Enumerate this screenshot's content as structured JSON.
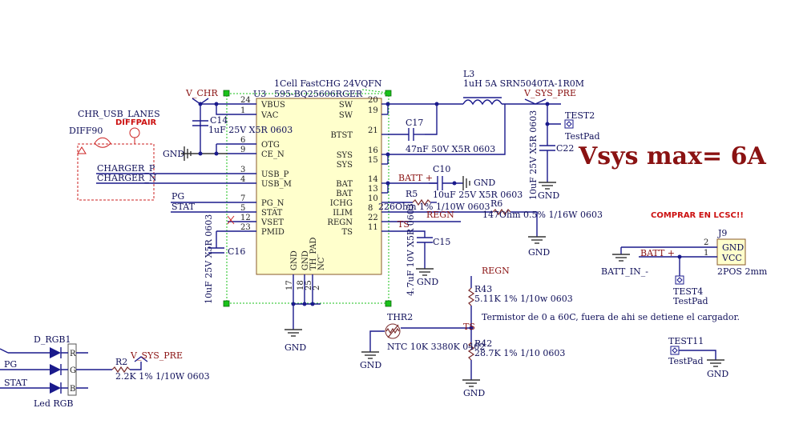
{
  "top_blank_label": "",
  "ic": {
    "ref": "U3",
    "desc": "1Cell FastCHG 24VQFN",
    "part": "595-BQ25606RGER",
    "left_pins": [
      {
        "num": "24",
        "name": "VBUS"
      },
      {
        "num": "1",
        "name": "VAC"
      },
      {
        "num": "6",
        "name": "OTG"
      },
      {
        "num": "9",
        "name": "CE_N"
      },
      {
        "num": "3",
        "name": "USB_P"
      },
      {
        "num": "4",
        "name": "USB_M"
      },
      {
        "num": "7",
        "name": "PG_N"
      },
      {
        "num": "5",
        "name": "STAT"
      },
      {
        "num": "12",
        "name": "VSET"
      },
      {
        "num": "23",
        "name": "PMID"
      }
    ],
    "right_pins": [
      {
        "num": "20",
        "name": "SW"
      },
      {
        "num": "19",
        "name": "SW"
      },
      {
        "num": "21",
        "name": "BTST"
      },
      {
        "num": "16",
        "name": "SYS"
      },
      {
        "num": "15",
        "name": "SYS"
      },
      {
        "num": "14",
        "name": "BAT"
      },
      {
        "num": "13",
        "name": "BAT"
      },
      {
        "num": "10",
        "name": "ICHG"
      },
      {
        "num": "8",
        "name": "ILIM"
      },
      {
        "num": "22",
        "name": "REGN"
      },
      {
        "num": "11",
        "name": "TS"
      }
    ],
    "bottom_pins": [
      {
        "num": "17",
        "name": "GND"
      },
      {
        "num": "18",
        "name": "GND"
      },
      {
        "num": "25",
        "name": "TH_PAD"
      },
      {
        "num": "2",
        "name": "NC"
      }
    ]
  },
  "nets": {
    "v_chr": "V_CHR",
    "v_sys_pre": "V_SYS_PRE",
    "v_sys_pre_led": "V_SYS_PRE",
    "gnd": "GND",
    "batt_plus": "BATT +",
    "batt_plus_conn": "BATT +",
    "batt_minus": "BATT_IN_-",
    "regn": "REGN",
    "regn2": "REGN",
    "ts": "TS",
    "ts2": "TS",
    "pg": "PG",
    "stat": "STAT",
    "pg_led": "PG",
    "stat_led": "STAT",
    "charger_p": "CHARGER_P",
    "charger_n": "CHARGER_N"
  },
  "usb_lanes": {
    "title": "CHR_USB_LANES",
    "diffpair": "DIFFPAIR",
    "diff90": "DIFF90"
  },
  "components": {
    "c14": {
      "ref": "C14",
      "value": "1uF 25V X5R 0603"
    },
    "c16": {
      "ref": "C16",
      "value": "10uF 25V X5R 0603"
    },
    "c17": {
      "ref": "C17",
      "value": "47nF 50V X5R 0603"
    },
    "c10": {
      "ref": "C10",
      "value": "10uF 25V X5R 0603"
    },
    "c15": {
      "ref": "C15",
      "value": "4.7uF 10V X5R 0603"
    },
    "c22": {
      "ref": "C22",
      "value": "10uF 25V X5R 0603"
    },
    "l3": {
      "ref": "L3",
      "value": "1uH 5A SRN5040TA-1R0M"
    },
    "r5": {
      "ref": "R5",
      "value": "226Ohm 1% 1/10W 0603"
    },
    "r6": {
      "ref": "R6",
      "value": "147Ohm 0.5% 1/16W 0603"
    },
    "r43": {
      "ref": "R43",
      "value": "5.11K 1% 1/10w 0603"
    },
    "r42": {
      "ref": "R42",
      "value": "28.7K 1% 1/10 0603"
    },
    "r2": {
      "ref": "R2",
      "value": "2.2K 1% 1/10W 0603"
    },
    "thr2": {
      "ref": "THR2",
      "value": "NTC 10K 3380K 0402"
    },
    "test2": {
      "ref": "TEST2",
      "value": "TestPad"
    },
    "test4": {
      "ref": "TEST4",
      "value": "TestPad"
    },
    "test11": {
      "ref": "TEST11",
      "value": "TestPad"
    },
    "j9": {
      "ref": "J9",
      "value": "2POS 2mm",
      "pin2": "2",
      "pin1": "1",
      "p2name": "GND",
      "p1name": "VCC"
    },
    "d_rgb1": {
      "ref": "D_RGB1",
      "value": "Led RGB",
      "pins": [
        "R",
        "G",
        "B"
      ]
    }
  },
  "notes": {
    "vsys_max": "Vsys max= 6A",
    "comprar": "COMPRAR EN LCSC!!",
    "thermistor": "Termistor de 0 a 60C, fuera de ahi se detiene el cargador."
  }
}
